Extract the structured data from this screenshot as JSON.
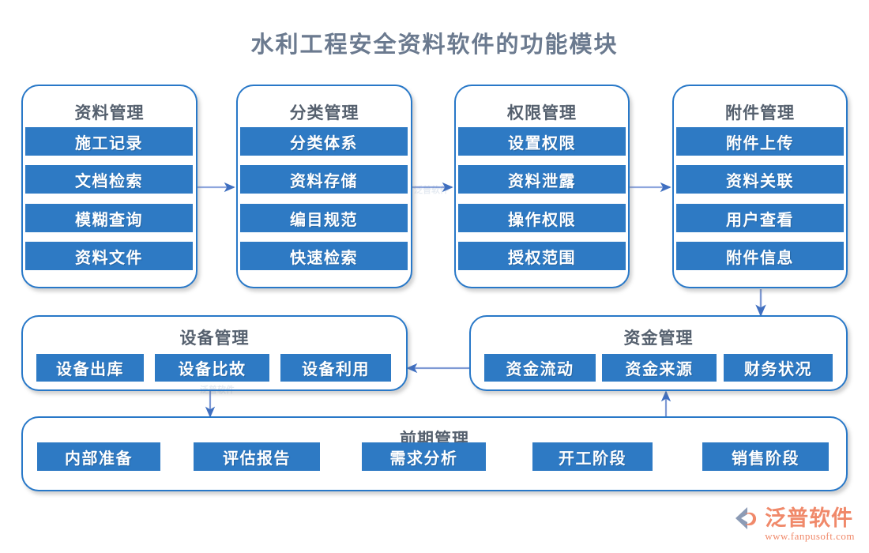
{
  "page": {
    "title": "水利工程安全资料软件的功能模块",
    "accent_blue": "#2E7AC4",
    "border_blue": "#2878C8",
    "title_color": "#6b7a8f",
    "arrow_color": "#4472C4",
    "logo_color": "#f0896a",
    "background": "#ffffff"
  },
  "top_row": [
    {
      "id": "data-management",
      "title": "资料管理",
      "items": [
        "施工记录",
        "文档检索",
        "模糊查询",
        "资料文件"
      ]
    },
    {
      "id": "category-management",
      "title": "分类管理",
      "items": [
        "分类体系",
        "资料存储",
        "编目规范",
        "快速检索"
      ]
    },
    {
      "id": "permission-management",
      "title": "权限管理",
      "items": [
        "设置权限",
        "资料泄露",
        "操作权限",
        "授权范围"
      ]
    },
    {
      "id": "attachment-management",
      "title": "附件管理",
      "items": [
        "附件上传",
        "资料关联",
        "用户查看",
        "附件信息"
      ]
    }
  ],
  "equipment": {
    "id": "equipment-management",
    "title": "设备管理",
    "items": [
      "设备出库",
      "设备比故",
      "设备利用"
    ]
  },
  "funds": {
    "id": "funds-management",
    "title": "资金管理",
    "items": [
      "资金流动",
      "资金来源",
      "财务状况"
    ]
  },
  "preliminary": {
    "id": "preliminary-management",
    "title": "前期管理",
    "items": [
      "内部准备",
      "评估报告",
      "需求分析",
      "开工阶段",
      "销售阶段"
    ]
  },
  "watermark": {
    "text": "泛普软件"
  },
  "logo": {
    "name": "泛普软件",
    "url": "www.fanpusoft.com"
  }
}
